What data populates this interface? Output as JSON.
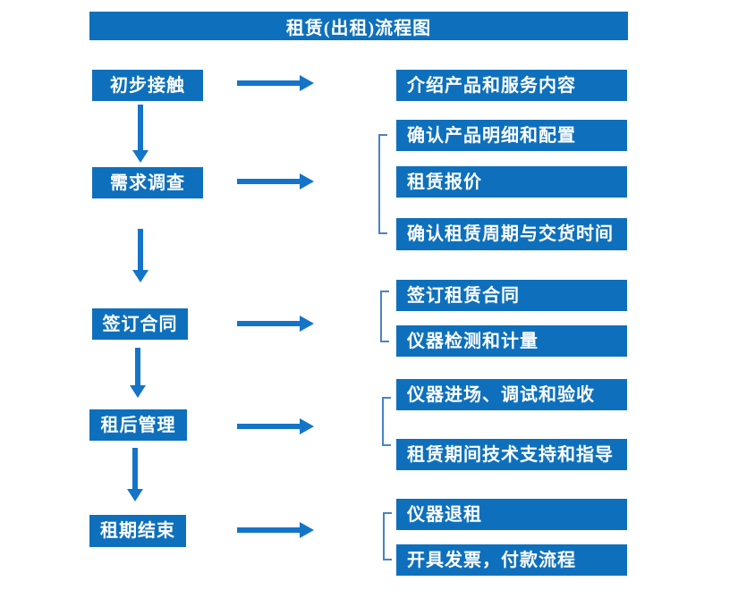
{
  "title": "租赁(出租)流程图",
  "colors": {
    "box_blue": "#0E70BC",
    "arrow_blue": "#1474C8",
    "bracket_blue": "#4A83C4",
    "text_white": "#FFFFFF",
    "background": "#FFFFFF"
  },
  "steps": [
    {
      "label": "初步接触",
      "outputs": [
        "介绍产品和服务内容"
      ]
    },
    {
      "label": "需求调查",
      "outputs": [
        "确认产品明细和配置",
        "租赁报价",
        "确认租赁周期与交货时间"
      ]
    },
    {
      "label": "签订合同",
      "outputs": [
        "签订租赁合同",
        "仪器检测和计量"
      ]
    },
    {
      "label": "租后管理",
      "outputs": [
        "仪器进场、调试和验收",
        "租赁期间技术支持和指导"
      ]
    },
    {
      "label": "租期结束",
      "outputs": [
        "仪器退租",
        "开具发票，付款流程"
      ]
    }
  ]
}
